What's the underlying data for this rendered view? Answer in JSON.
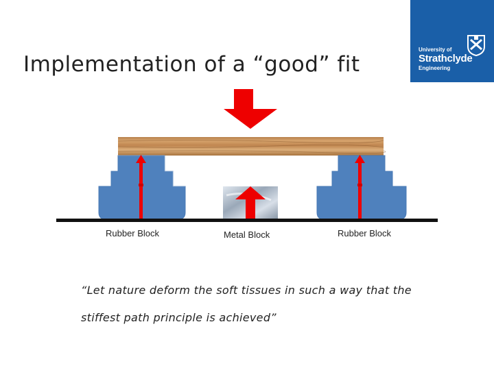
{
  "slide": {
    "title": "Implementation of a “good” fit",
    "logo": {
      "line1": "University of",
      "line2": "Strathclyde",
      "line3": "Engineering"
    },
    "labels": {
      "left_block": "Rubber Block",
      "middle_block": "Metal Block",
      "right_block": "Rubber Block"
    },
    "quote": {
      "line1": "“Let nature deform the soft tissues in such a way that the",
      "line2": "stiffest path principle is achieved”"
    }
  },
  "colors": {
    "brand_blue": "#1a5fa8",
    "rubber_blue": "#4f81bd",
    "arrow_red": "#ee0000",
    "wood": "#c8925a",
    "metal": "#b8c4d0",
    "ground": "#111111"
  }
}
